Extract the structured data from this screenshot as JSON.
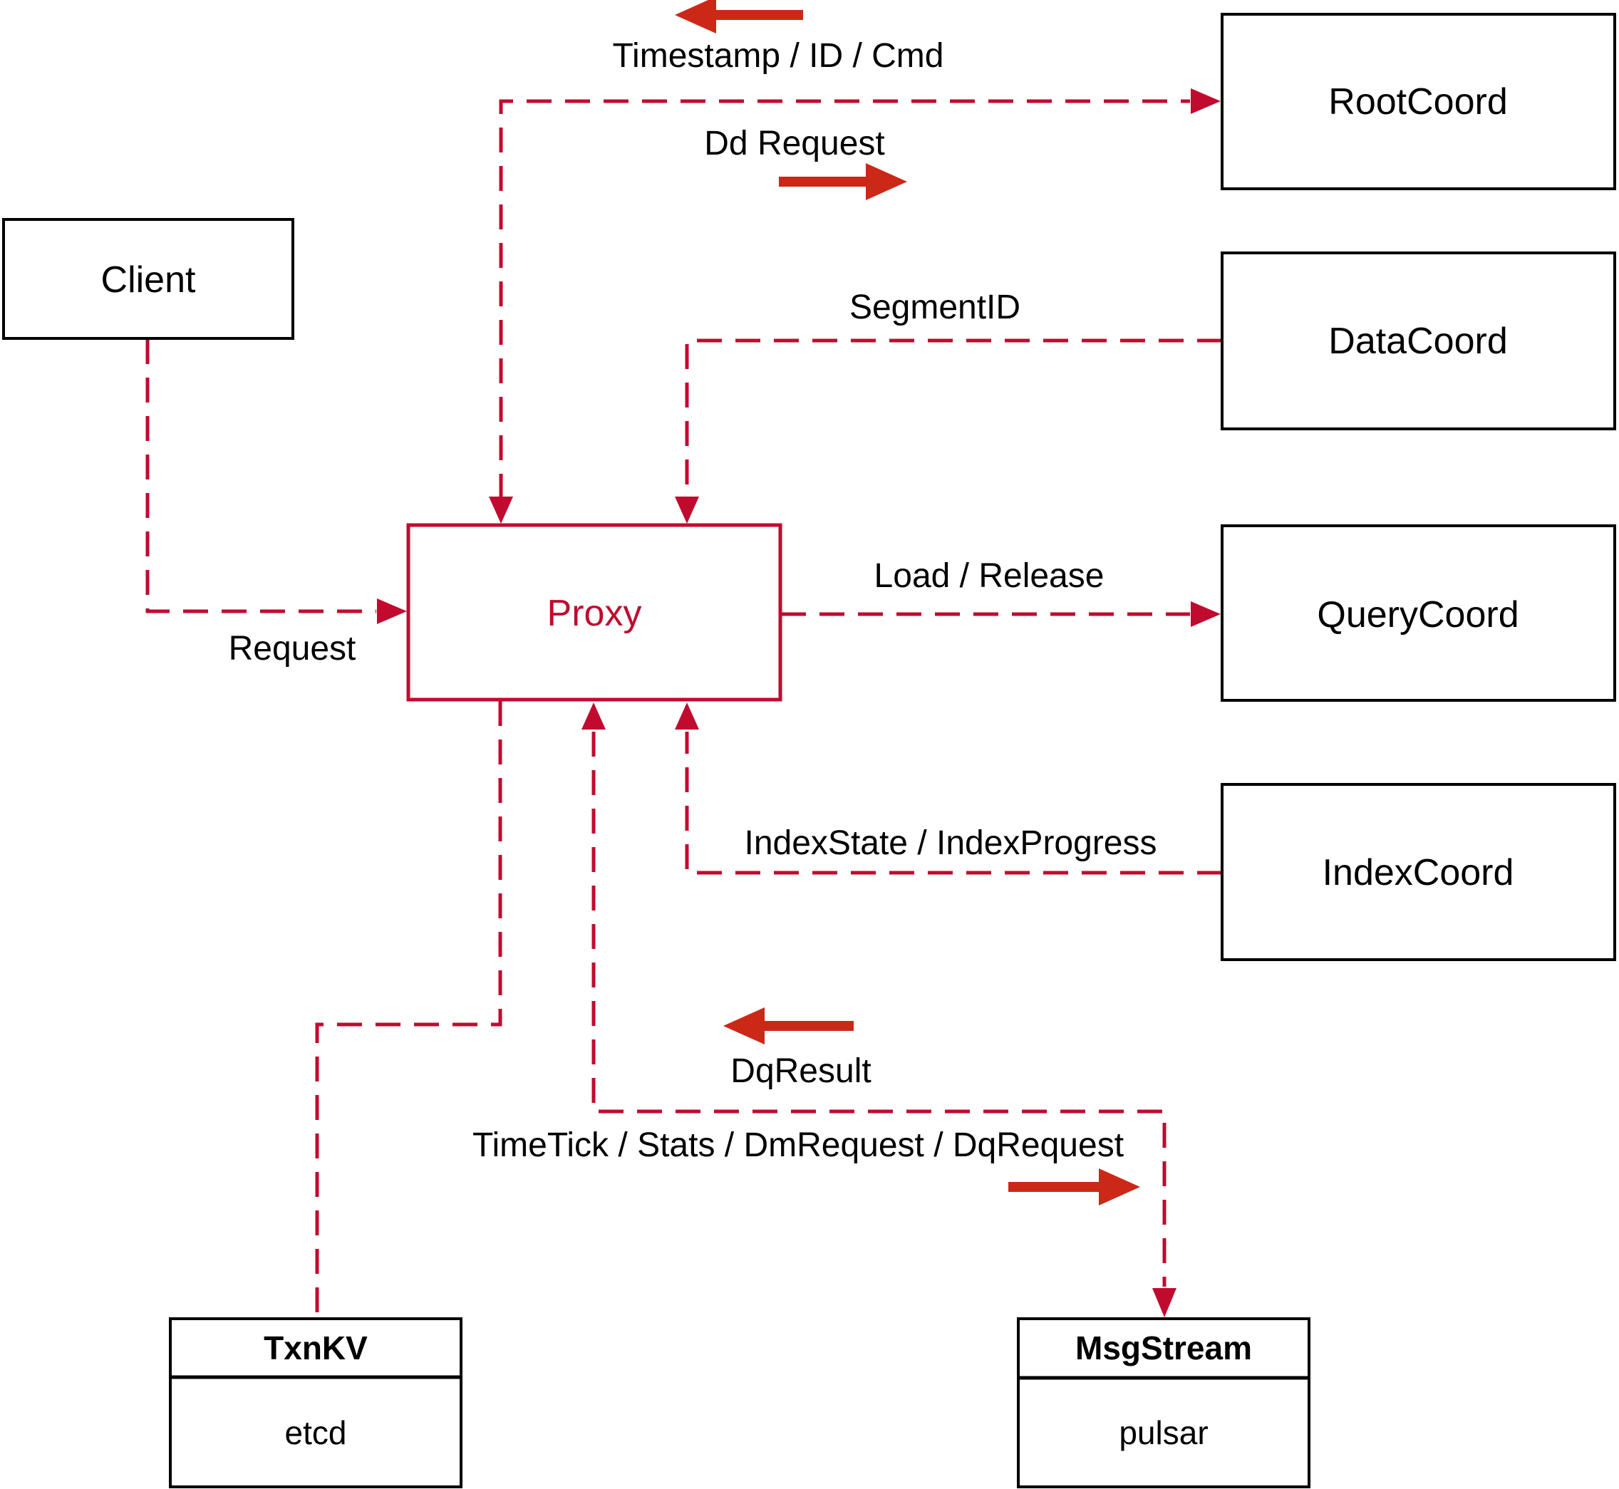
{
  "diagram": {
    "colors": {
      "background": "#ffffff",
      "connector_crimson": "#c00b2f",
      "flow_arrow_red": "#cc2817",
      "box_border_black": "#000000",
      "text_black": "#000000",
      "proxy_red": "#c00b2f"
    },
    "nodes": {
      "client": {
        "label": "Client"
      },
      "proxy": {
        "label": "Proxy"
      },
      "rootcoord": {
        "label": "RootCoord"
      },
      "datacoord": {
        "label": "DataCoord"
      },
      "querycoord": {
        "label": "QueryCoord"
      },
      "indexcoord": {
        "label": "IndexCoord"
      },
      "txnkv": {
        "title": "TxnKV",
        "subtitle": "etcd"
      },
      "msgstream": {
        "title": "MsgStream",
        "subtitle": "pulsar"
      }
    },
    "edge_labels": {
      "timestamp": "Timestamp / ID / Cmd",
      "dd_request": "Dd Request",
      "segment_id": "SegmentID",
      "load_release": "Load / Release",
      "index_state": "IndexState / IndexProgress",
      "request": "Request",
      "dq_result": "DqResult",
      "timetick": "TimeTick / Stats / DmRequest / DqRequest"
    }
  }
}
